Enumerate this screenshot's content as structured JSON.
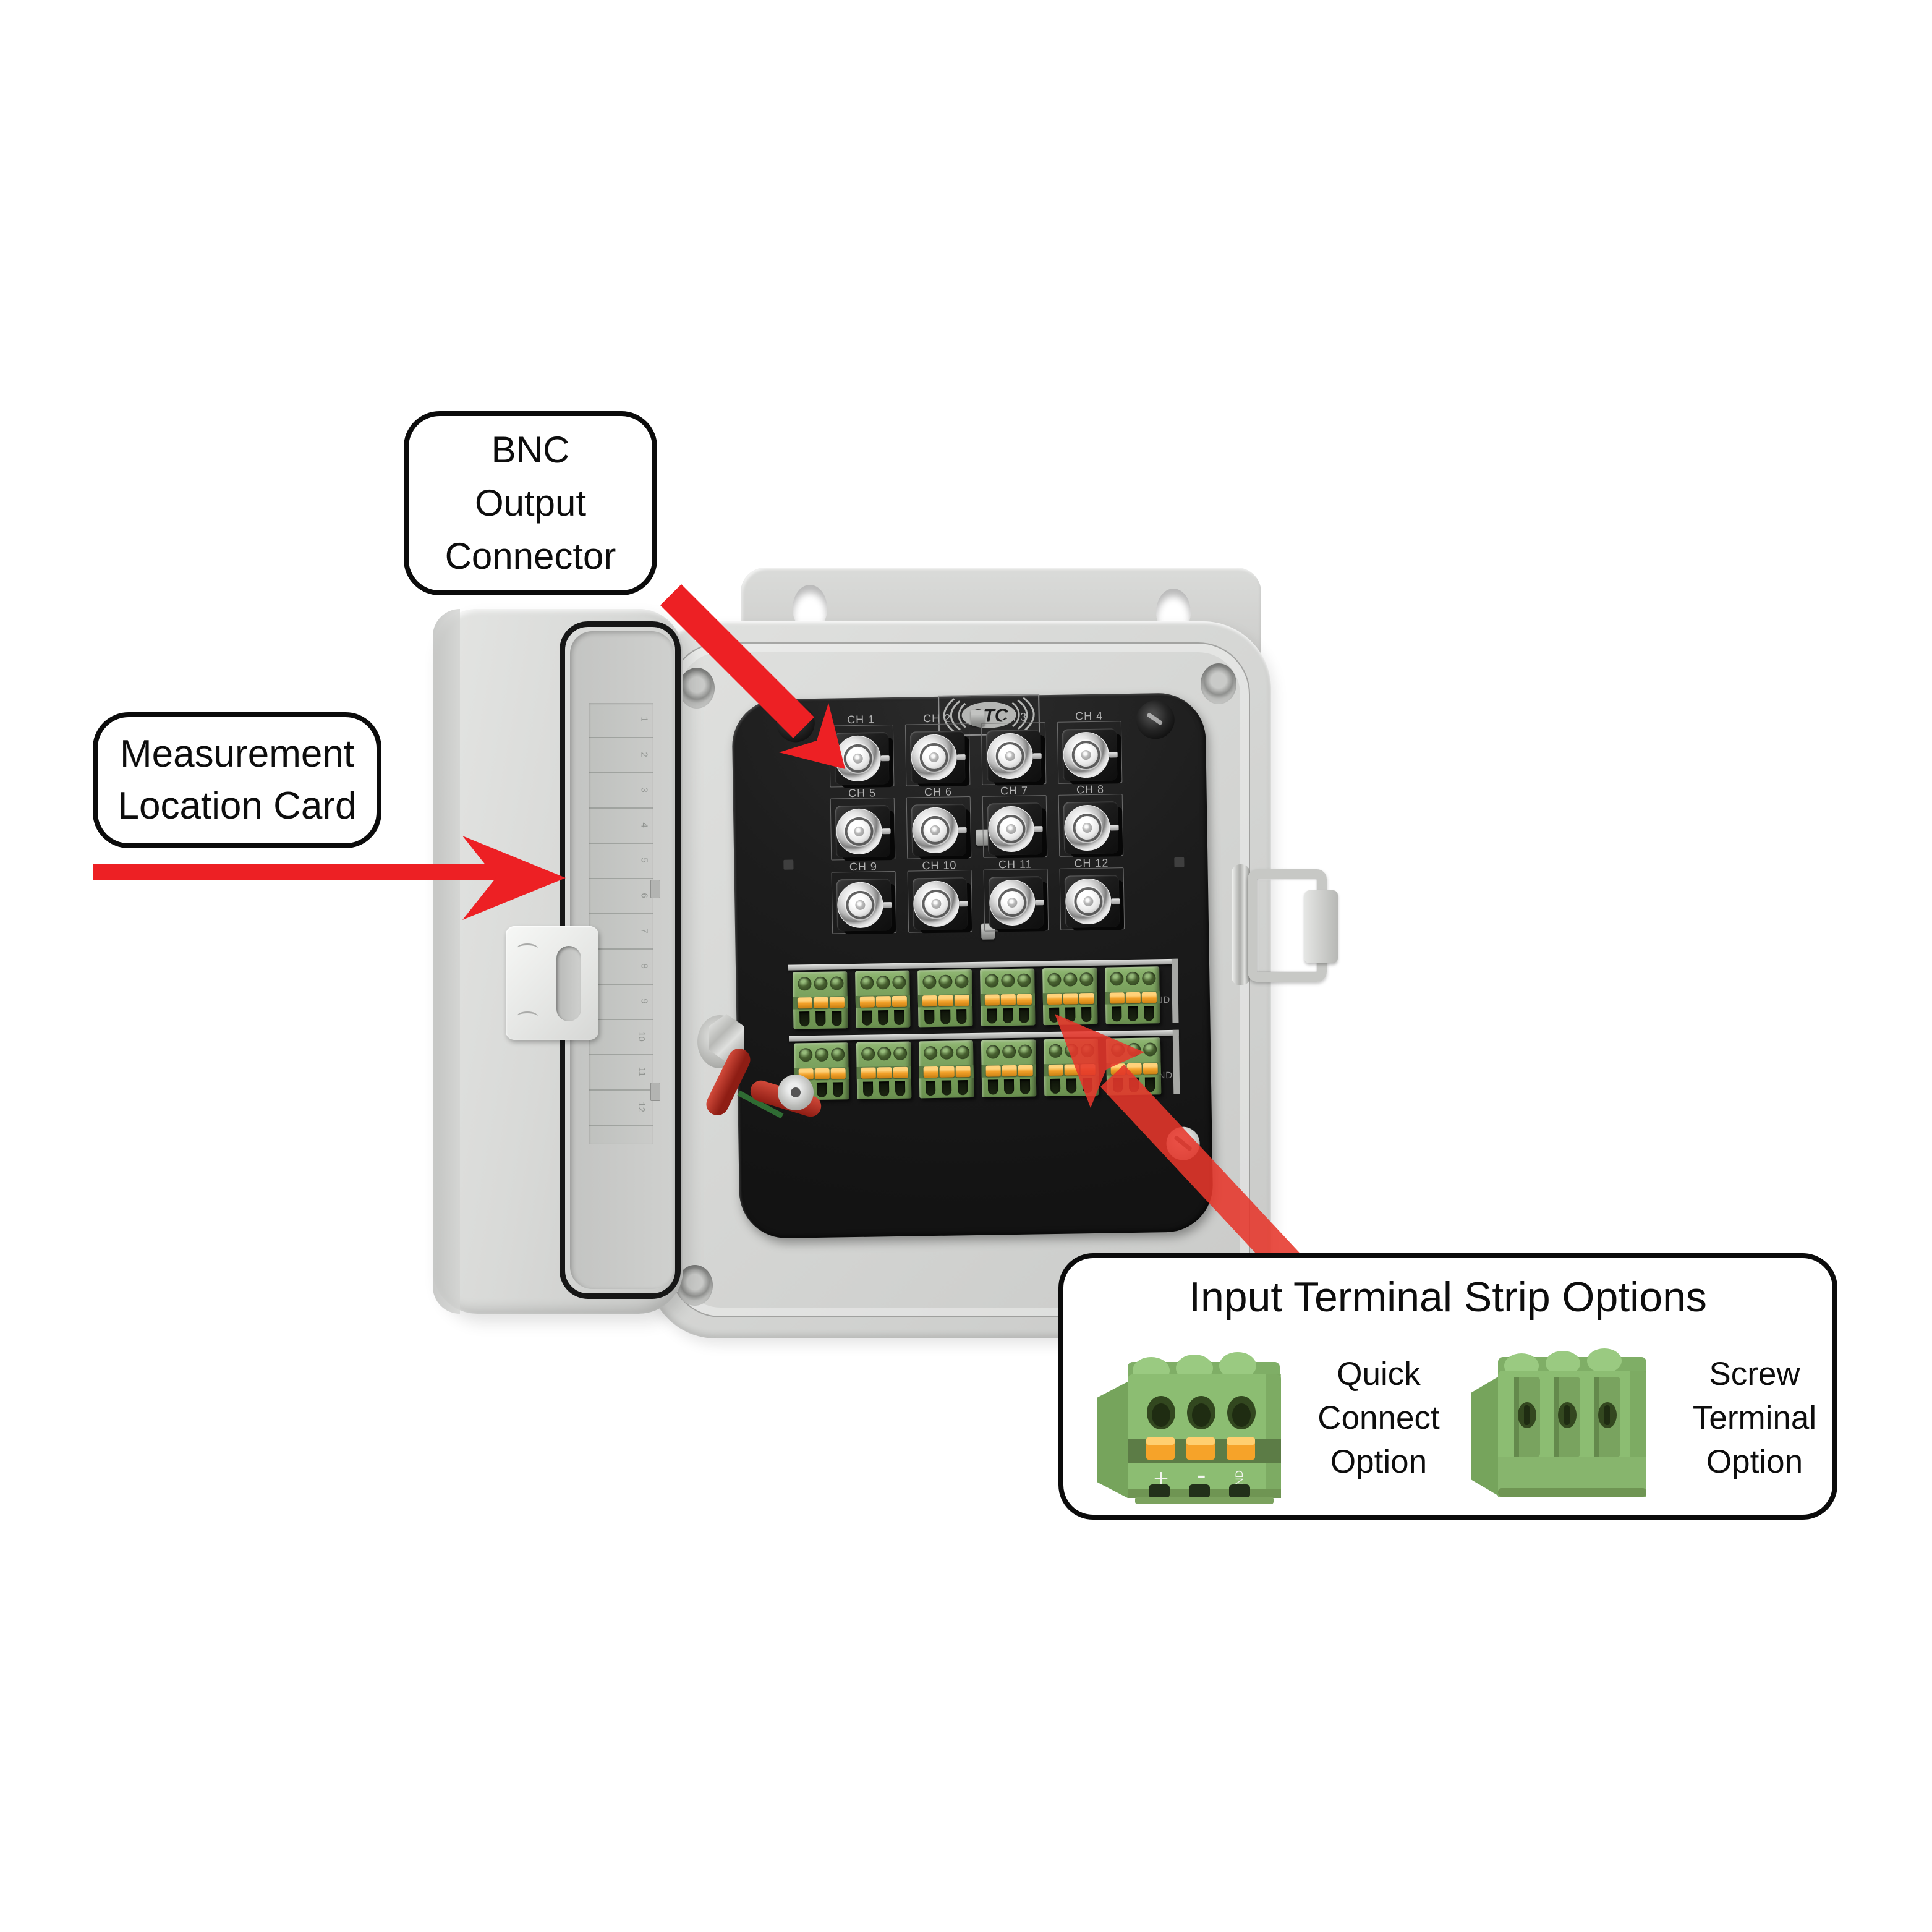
{
  "callout_bnc": {
    "line1": "BNC",
    "line2": "Output",
    "line3": "Connector"
  },
  "callout_card": {
    "line1": "Measurement",
    "line2": "Location Card"
  },
  "options_box": {
    "title": "Input Terminal Strip Options",
    "quick_option": {
      "line1": "Quick",
      "line2": "Connect",
      "line3": "Option"
    },
    "screw_option": {
      "line1": "Screw",
      "line2": "Terminal",
      "line3": "Option"
    },
    "quick_markings": {
      "plus": "+",
      "minus": "-",
      "gnd": "GND"
    }
  },
  "panel": {
    "logo_text": "CTC",
    "channels": [
      "CH 1",
      "CH 2",
      "CH 3",
      "CH 4",
      "CH 5",
      "CH 6",
      "CH 7",
      "CH 8",
      "CH 9",
      "CH 10",
      "CH 11",
      "CH 12"
    ],
    "gnd_label": "GND"
  },
  "door": {
    "card_numbers": [
      "1",
      "2",
      "3",
      "4",
      "5",
      "6",
      "7",
      "8",
      "9",
      "10",
      "11",
      "12"
    ]
  },
  "colors": {
    "arrow_red": "#ed2024",
    "arrow_red_soft": "#e6372b",
    "panel_black": "#1d1d1d",
    "enclosure_gray": "#d6d7d5",
    "terminal_green": "#7ba25e",
    "clamp_orange": "#f2a12a",
    "callout_border": "#0b0b0b"
  }
}
